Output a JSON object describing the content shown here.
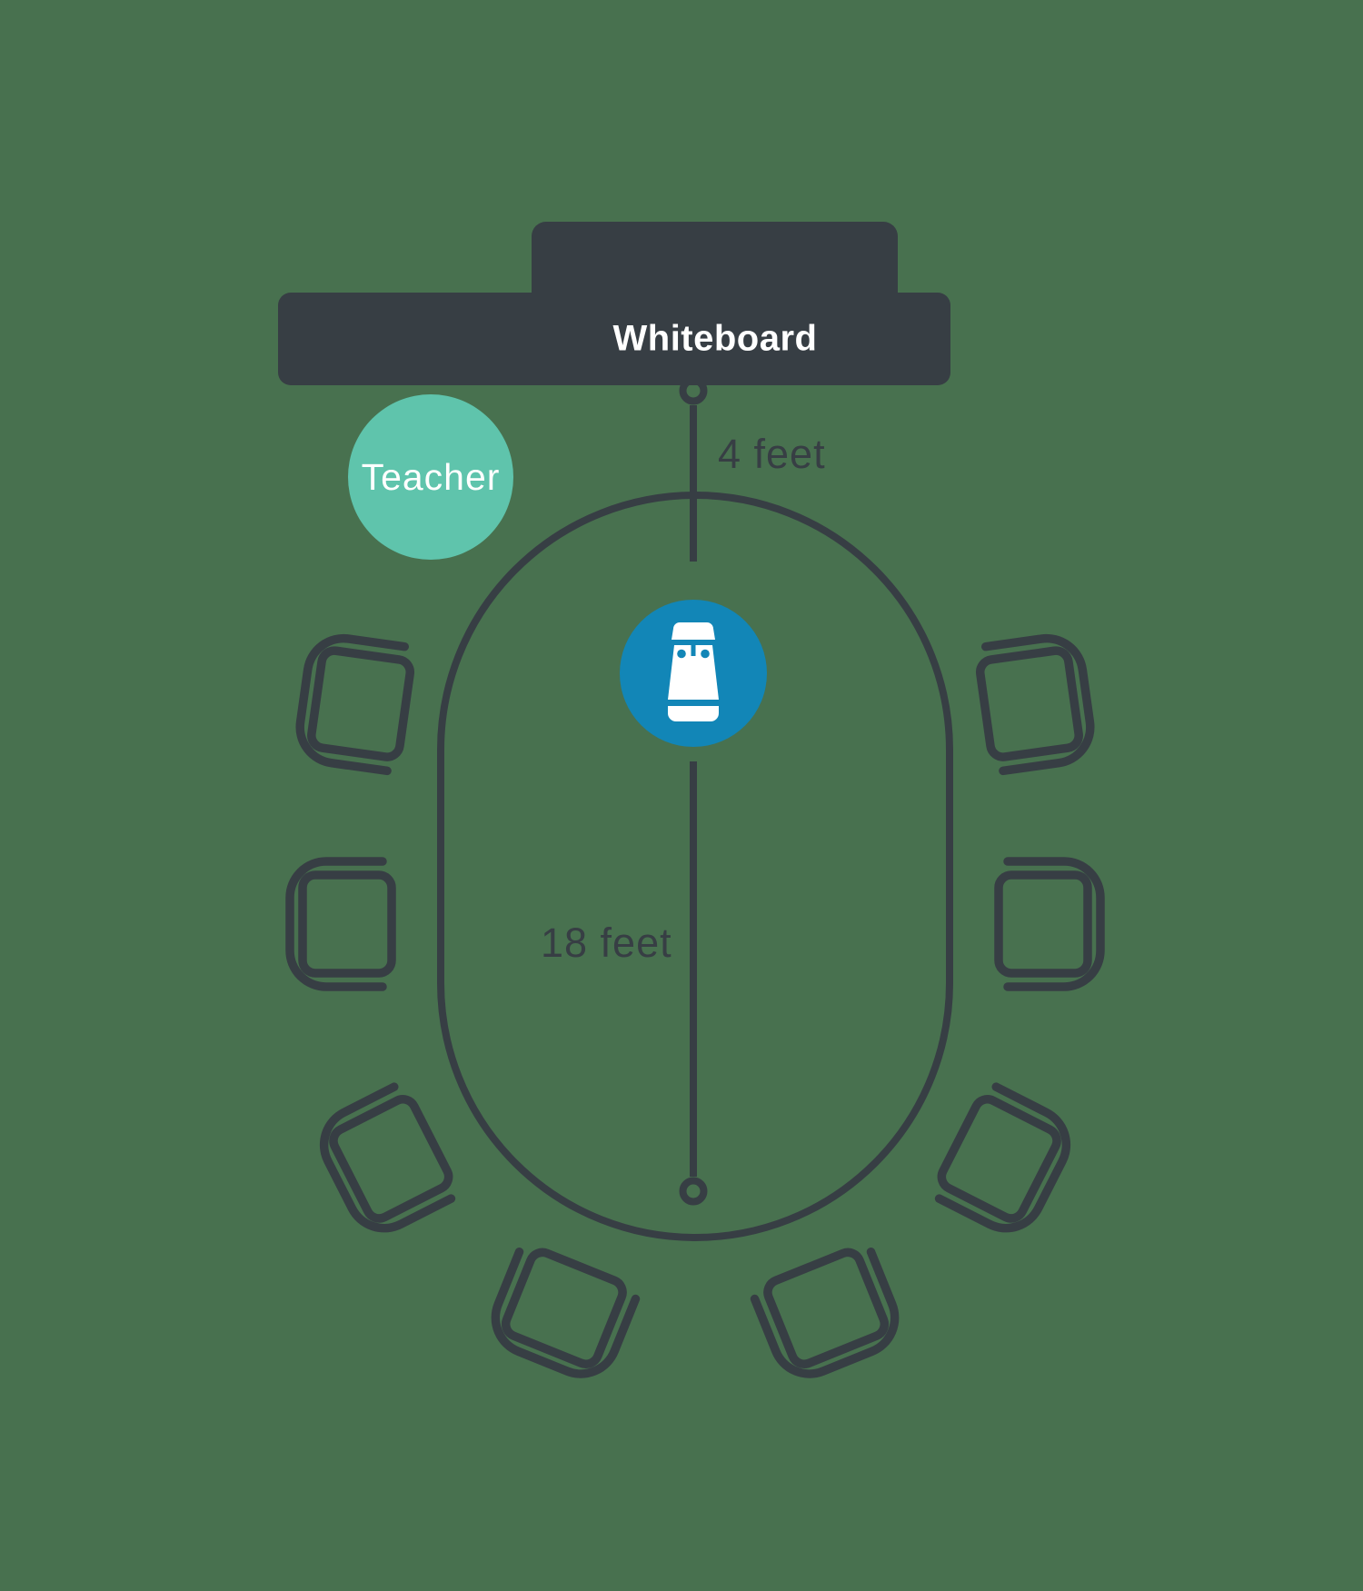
{
  "title": "Classroom layout diagram with whiteboard, teacher, oval table, eight chairs and a center conference camera",
  "colors": {
    "background": "#48714F",
    "charcoal": "#373E44",
    "teal": "#5FC4AC",
    "blue": "#1286B7",
    "white": "#FFFFFF"
  },
  "whiteboard": {
    "label": "Whiteboard"
  },
  "teacher": {
    "label": "Teacher"
  },
  "measurements": {
    "front_distance": "4 feet",
    "table_length": "18 feet"
  },
  "table": {
    "shape": "oval",
    "seats": 8
  },
  "device": {
    "icon": "owl-camera-icon",
    "position": "table-center-front"
  }
}
